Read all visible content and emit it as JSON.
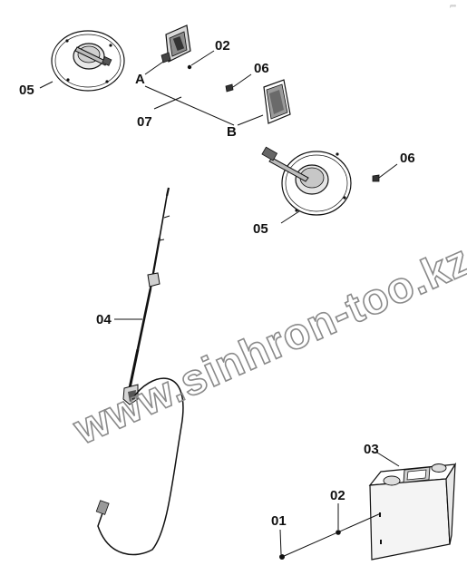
{
  "labels": {
    "part_01": "01",
    "part_02_a": "02",
    "part_02_b": "02",
    "part_03": "03",
    "part_04": "04",
    "part_05_a": "05",
    "part_05_b": "05",
    "part_06_a": "06",
    "part_06_b": "06",
    "part_07": "07",
    "variant_a": "A",
    "variant_b": "B"
  },
  "watermark": "www.sinhron-too.kz",
  "corner_mark": "ʲ⁰⁰⁰"
}
